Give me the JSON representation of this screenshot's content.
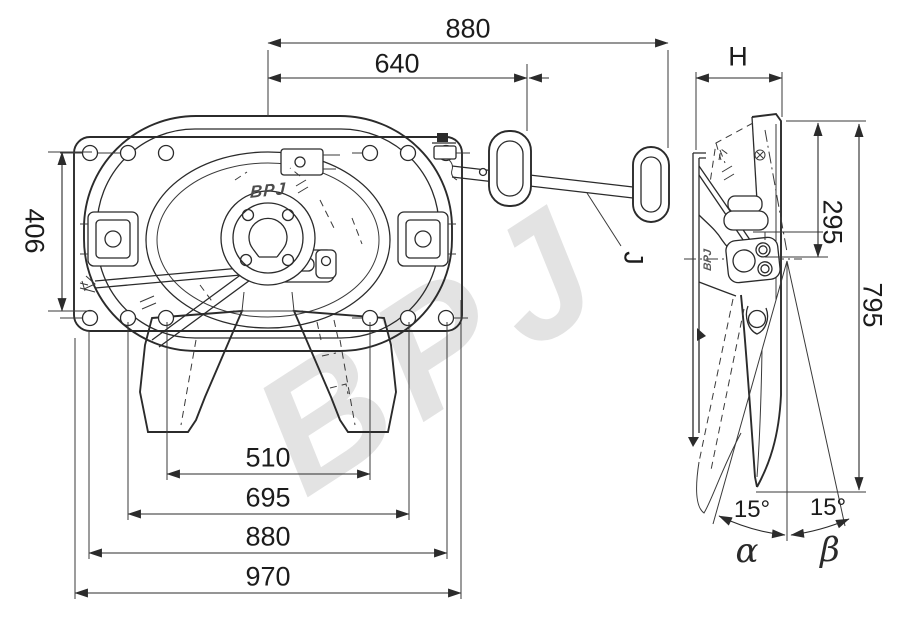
{
  "watermark_text": "BPJ",
  "brand": {
    "top_view_logo": "BPJ",
    "side_view_logo": "BPJ"
  },
  "top_view": {
    "dim_overall_top": "880",
    "dim_release_handle": "640",
    "dim_mount_bolt_vertical": "406",
    "dim_bolt_span_inner": "510",
    "dim_bolt_span_middle": "695",
    "dim_bolt_span_outer": "880",
    "dim_overall_bottom": "970",
    "handle_label": "J"
  },
  "side_view": {
    "dim_height_label": "H",
    "dim_top_to_pivot": "295",
    "dim_overall": "795",
    "angle_front": "15°",
    "angle_rear": "15°",
    "angle_front_name": "α",
    "angle_rear_name": "β"
  },
  "colors": {
    "line": "#2b2b2b",
    "dimension_text": "#1c1c1c",
    "watermark": "#e3e3e3",
    "background": "#ffffff"
  }
}
